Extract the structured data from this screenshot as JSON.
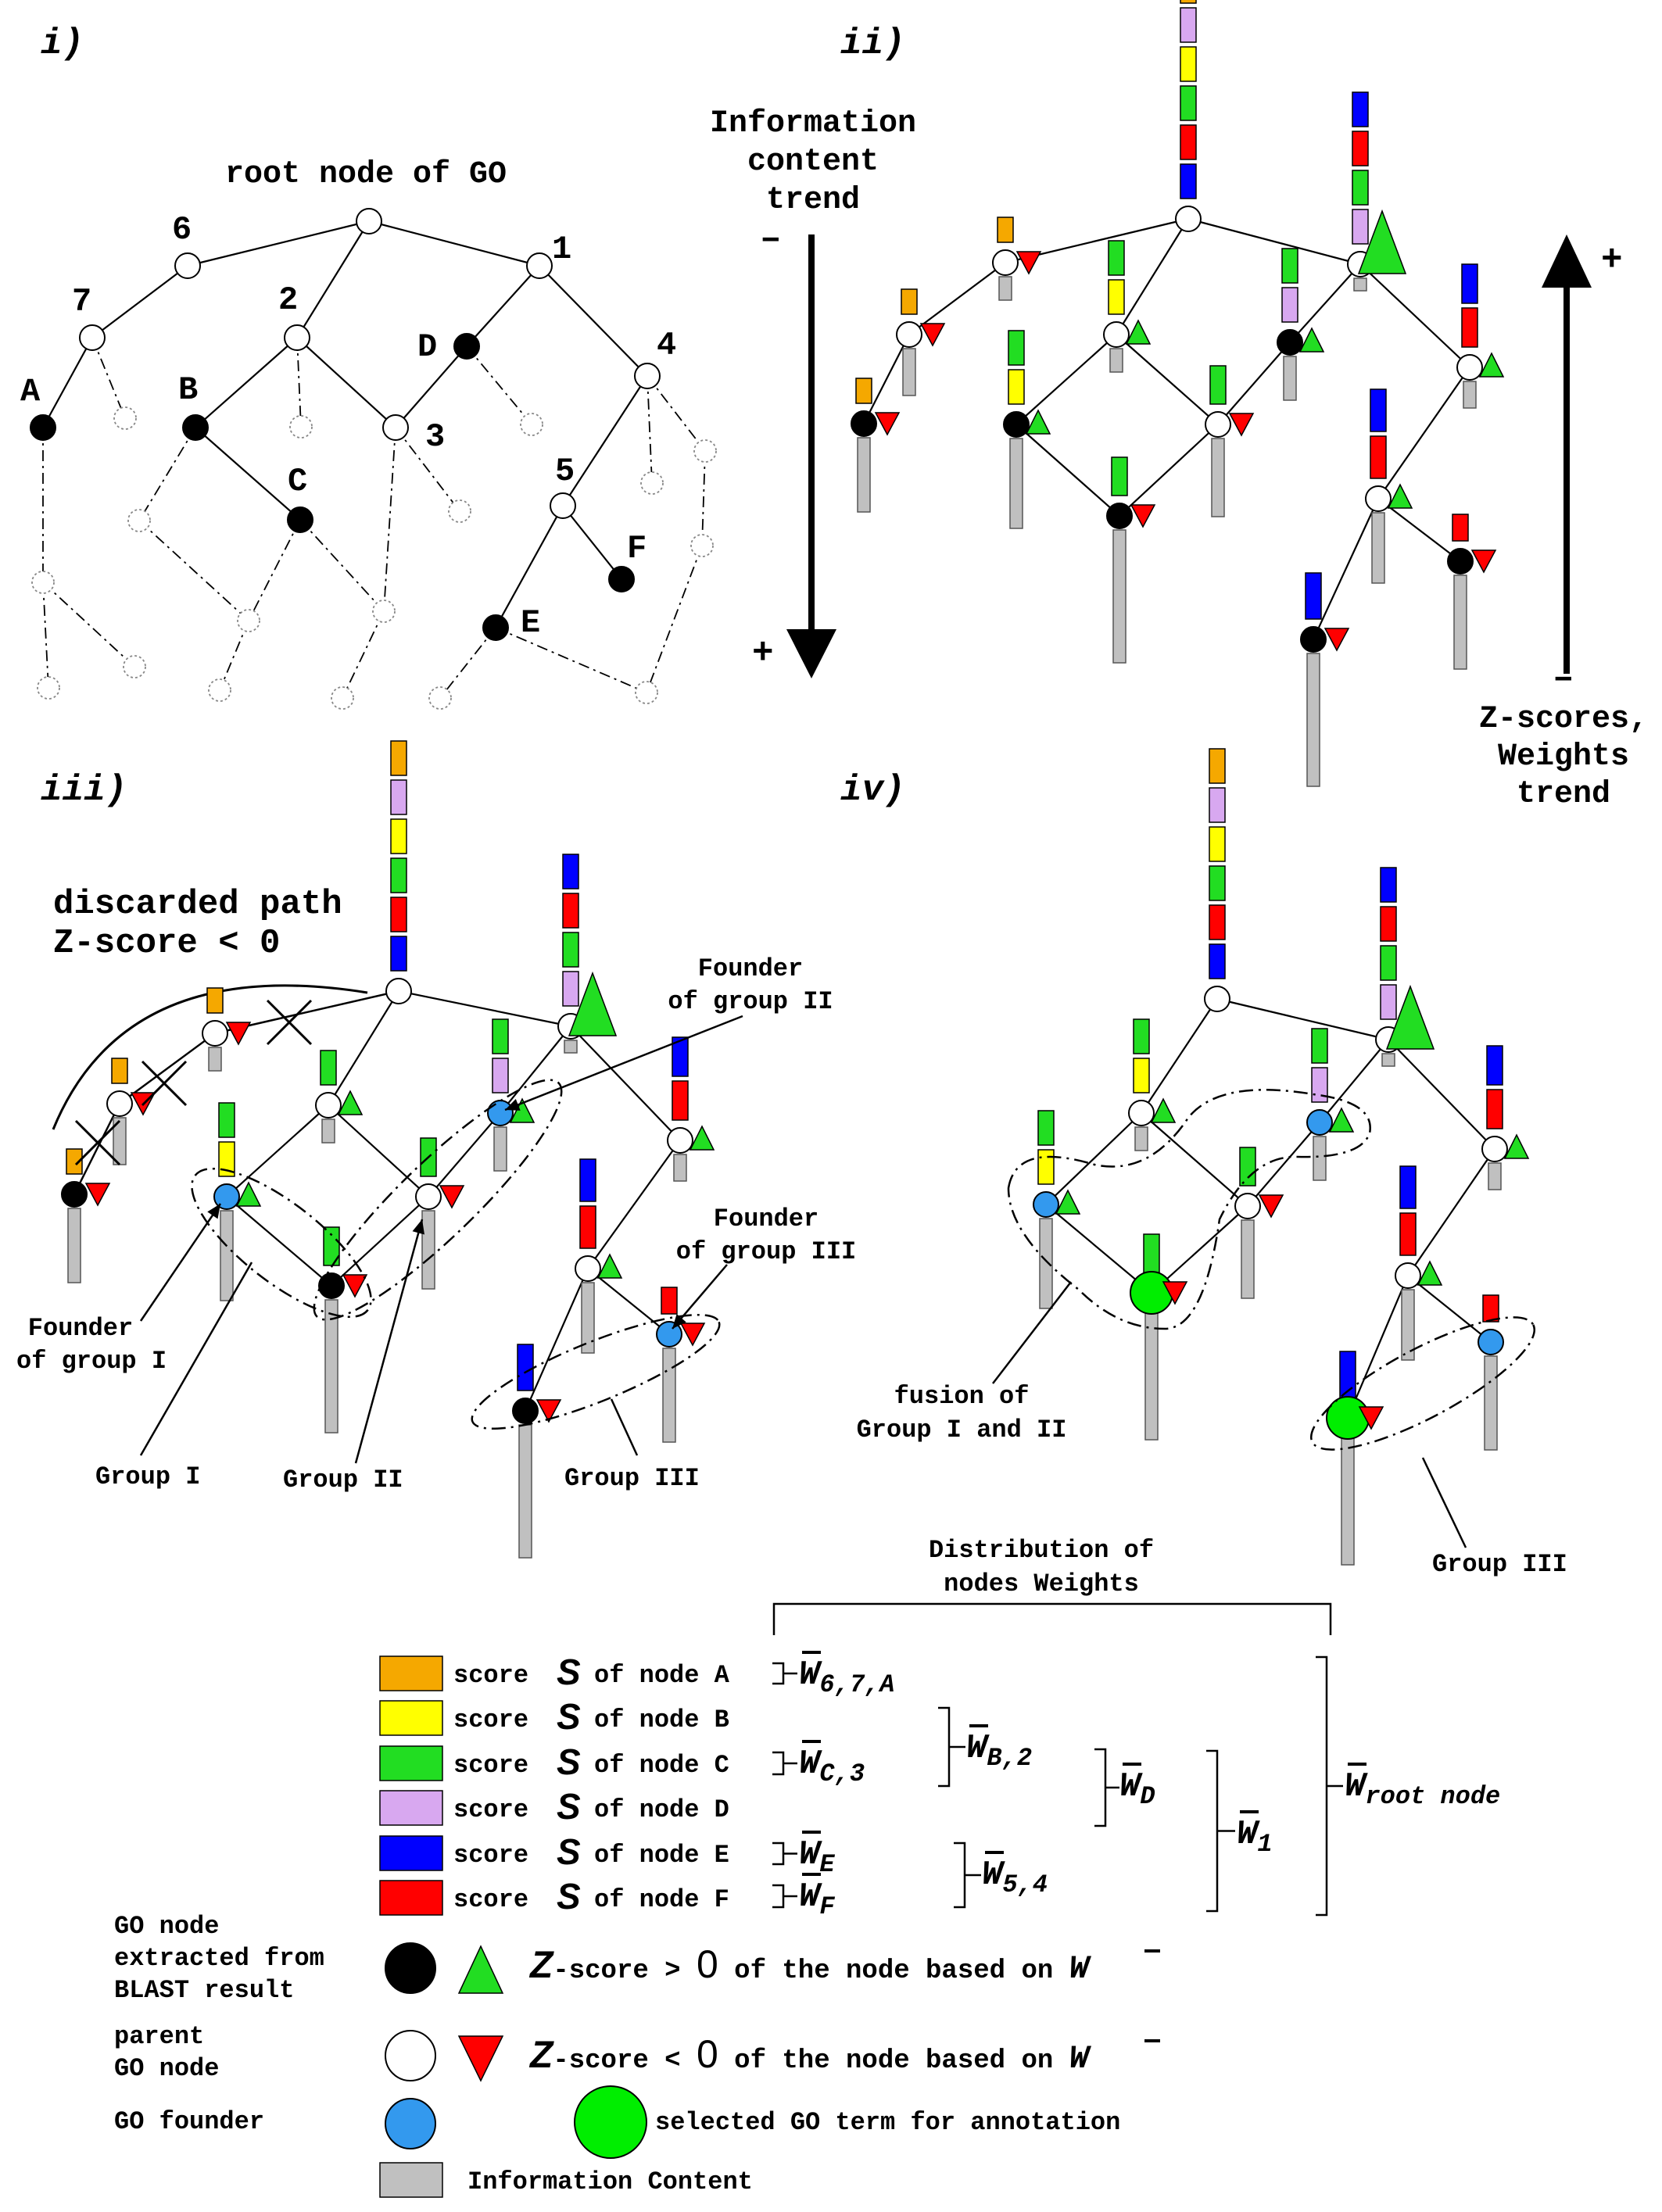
{
  "panels": {
    "i": {
      "title": "i)",
      "root_label": "root node of GO",
      "node_labels": [
        "6",
        "7",
        "2",
        "1",
        "D",
        "4",
        "A",
        "B",
        "3",
        "C",
        "5",
        "F",
        "E"
      ]
    },
    "ii": {
      "title": "ii)",
      "left_trend": {
        "line1": "Information",
        "line2": "content",
        "line3": "trend",
        "minus": "–",
        "plus": "+"
      },
      "right_trend": {
        "line1": "Z-scores,",
        "line2": "Weights",
        "line3": "trend",
        "plus": "+",
        "minus": "–"
      }
    },
    "iii": {
      "title": "iii)",
      "discarded": {
        "line1": "discarded path",
        "line2": "Z-score < 0"
      },
      "founder2": {
        "line1": "Founder",
        "line2": "of group II"
      },
      "founder3": {
        "line1": "Founder",
        "line2": "of group III"
      },
      "founder1": {
        "line1": "Founder",
        "line2": "of group I"
      },
      "groups": [
        "Group I",
        "Group II",
        "Group III"
      ]
    },
    "iv": {
      "title": "iv)",
      "fusion": {
        "line1": "fusion of",
        "line2": "Group I and II"
      },
      "group3": "Group III"
    }
  },
  "legend": {
    "distribution": {
      "line1": "Distribution of",
      "line2": "nodes Weights"
    },
    "scores": [
      {
        "color": "#f5a800",
        "pre": "score",
        "sym": "S",
        "post": "of node A"
      },
      {
        "color": "#ffff00",
        "pre": "score",
        "sym": "S",
        "post": "of node B"
      },
      {
        "color": "#22dd22",
        "pre": "score",
        "sym": "S",
        "post": "of node C"
      },
      {
        "color": "#d8a8f0",
        "pre": "score",
        "sym": "S",
        "post": "of node D"
      },
      {
        "color": "#0000ff",
        "pre": "score",
        "sym": "S",
        "post": "of node E"
      },
      {
        "color": "#ff0000",
        "pre": "score",
        "sym": "S",
        "post": "of node F"
      }
    ],
    "weights": {
      "w67A": {
        "w": "W",
        "sub": "6,7,A"
      },
      "wC3": {
        "w": "W",
        "sub": "C,3"
      },
      "wB2": {
        "w": "W",
        "sub": "B,2"
      },
      "wD": {
        "w": "W",
        "sub": "D"
      },
      "w1": {
        "w": "W",
        "sub": "1"
      },
      "wroot": {
        "w": "W",
        "sub": "root node"
      },
      "wE": {
        "w": "W",
        "sub": "E"
      },
      "wF": {
        "w": "W",
        "sub": "F"
      },
      "w54": {
        "w": "W",
        "sub": "5,4"
      }
    },
    "symbols": {
      "extracted": {
        "line1": "GO node",
        "line2": "extracted from",
        "line3": "BLAST result"
      },
      "parent": {
        "line1": "parent",
        "line2": "GO node"
      },
      "founder": "GO founder",
      "zpos": {
        "z": "Z",
        "text": "-score > ",
        "zero": "0",
        "tail": " of the node based on ",
        "w": "W"
      },
      "zneg": {
        "z": "Z",
        "text": "-score < ",
        "zero": "0",
        "tail": " of the node based on ",
        "w": "W"
      },
      "selected": "selected GO term for annotation",
      "ic": "Information Content"
    }
  },
  "colors": {
    "orange": "#f5a800",
    "yellow": "#ffff00",
    "green": "#22dd22",
    "violet": "#d8a8f0",
    "blue": "#0000ff",
    "red": "#ff0000",
    "grey": "#c0c0c0",
    "founder": "#3399ee",
    "selected": "#00ee00"
  }
}
